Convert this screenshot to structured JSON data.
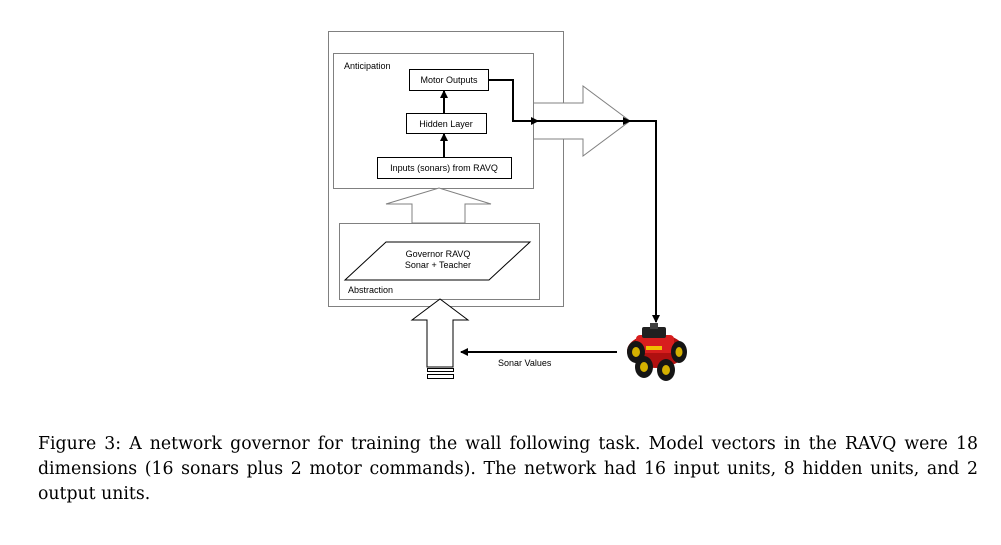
{
  "diagram": {
    "anticipation_label": "Anticipation",
    "motor_outputs_label": "Motor Outputs",
    "hidden_layer_label": "Hidden Layer",
    "inputs_label": "Inputs (sonars) from RAVQ",
    "governor_line1": "Governor RAVQ",
    "governor_line2": "Sonar + Teacher",
    "abstraction_label": "Abstraction",
    "sonar_values_label": "Sonar Values",
    "robot_icon": "robot-icon"
  },
  "caption": {
    "text": "Figure 3: A network governor for training the wall following task. Model vectors in the RAVQ were 18 dimensions (16 sonars plus 2 motor commands). The network had 16 input units, 8 hidden units, and 2 output units."
  }
}
